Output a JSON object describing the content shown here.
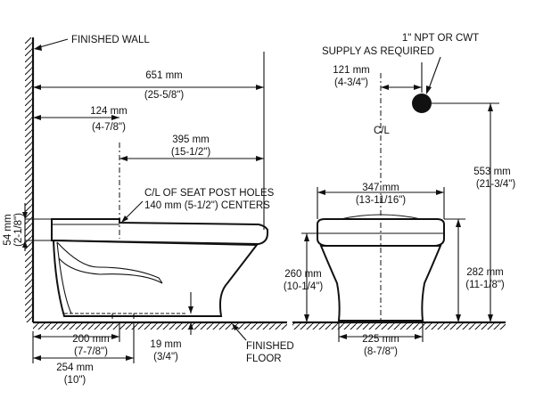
{
  "labels": {
    "finished_wall": "FINISHED WALL",
    "supply_line1": "1\" NPT OR CWT",
    "supply_line2": "SUPPLY AS REQUIRED",
    "seat_post_line1": "C/L OF SEAT POST HOLES",
    "seat_post_line2": "140 mm (5-1/2\") CENTERS",
    "centerline": "C/L",
    "finished_floor_line1": "FINISHED",
    "finished_floor_line2": "FLOOR"
  },
  "dimensions": [
    {
      "id": "d651",
      "mm": "651 mm",
      "inch": "(25-5/8\")"
    },
    {
      "id": "d124",
      "mm": "124 mm",
      "inch": "(4-7/8\")"
    },
    {
      "id": "d395",
      "mm": "395 mm",
      "inch": "(15-1/2\")"
    },
    {
      "id": "d54",
      "mm": "54 mm",
      "inch": "(2-1/8\")"
    },
    {
      "id": "d200",
      "mm": "200 mm",
      "inch": "(7-7/8\")"
    },
    {
      "id": "d19",
      "mm": "19 mm",
      "inch": "(3/4\")"
    },
    {
      "id": "d254",
      "mm": "254 mm",
      "inch": "(10\")"
    },
    {
      "id": "d121",
      "mm": "121 mm",
      "inch": "(4-3/4\")"
    },
    {
      "id": "d347",
      "mm": "347 mm",
      "inch": "(13-11/16\")"
    },
    {
      "id": "d553",
      "mm": "553 mm",
      "inch": "(21-3/4\")"
    },
    {
      "id": "d260",
      "mm": "260 mm",
      "inch": "(10-1/4\")"
    },
    {
      "id": "d282",
      "mm": "282 mm",
      "inch": "(11-1/8\")"
    },
    {
      "id": "d225",
      "mm": "225 mm",
      "inch": "(8-7/8\")"
    }
  ]
}
